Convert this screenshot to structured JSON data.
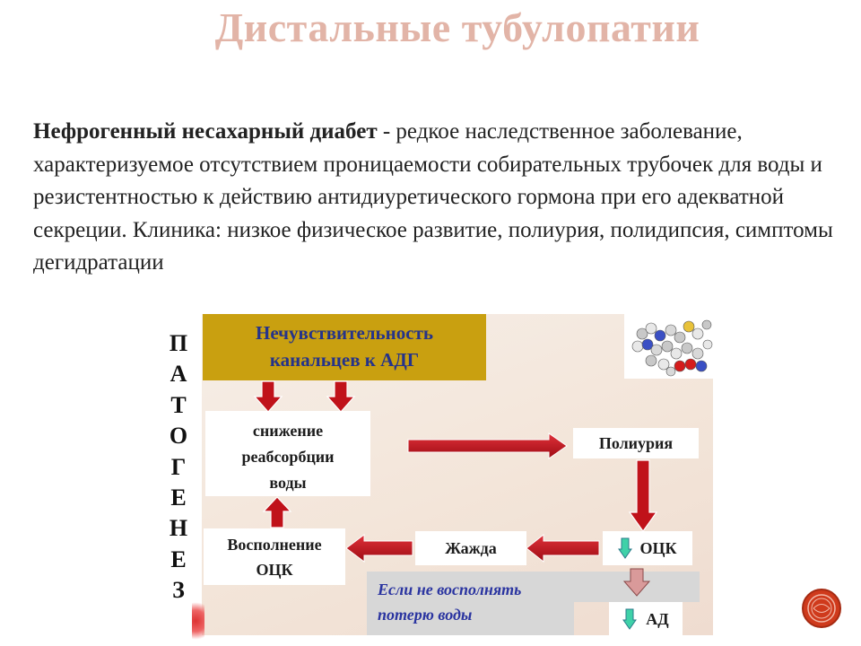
{
  "slide": {
    "title": "Дистальные тубулопатии",
    "intro_bold": "Нефрогенный несахарный диабет",
    "intro_rest": " - редкое наследственное заболевание, характеризуемое отсутствием проницаемости собирательных трубочек для воды и резистентностью к действию антидиуретического гормона при его адекватной секреции. Клиника: низкое физическое развитие, полиурия, полидипсия, симптомы дегидратации"
  },
  "pathogenesis_letters": [
    "П",
    "А",
    "Т",
    "О",
    "Г",
    "Е",
    "Н",
    "Е",
    "З"
  ],
  "diagram": {
    "top_box": [
      "Нечувствительность",
      "канальцев к АДГ"
    ],
    "reabsorption": [
      "снижение",
      "реабсорбции",
      "воды"
    ],
    "polyuria": "Полиурия",
    "replenish": [
      "Восполнение",
      "ОЦК"
    ],
    "thirst": "Жажда",
    "ock": "ОЦК",
    "note": [
      "Если не восполнять",
      "потерю воды"
    ],
    "ad": "АД"
  },
  "colors": {
    "arrow_red": "#c0121a",
    "top_box_fill": "#c9a010",
    "down_indicator": "#3fd1a8",
    "title": "#e2b4a7"
  }
}
